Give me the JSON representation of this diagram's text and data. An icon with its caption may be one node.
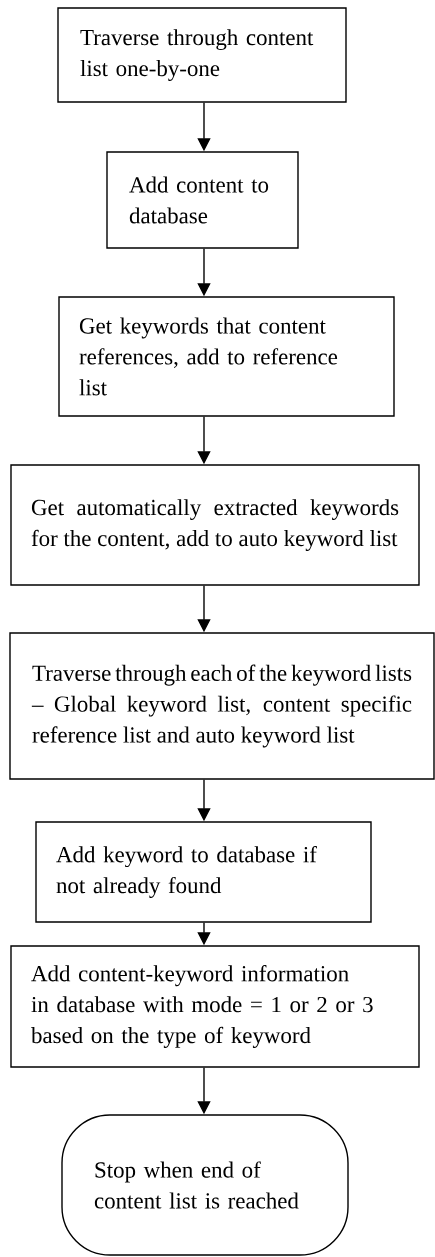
{
  "diagram": {
    "nodes": [
      {
        "text": [
          "Traverse through content list one-by-one"
        ]
      },
      {
        "text": [
          "Add content to database"
        ]
      },
      {
        "text": [
          "Get keywords that content references, add to reference list"
        ]
      },
      {
        "text": [
          "Get automatically extracted keywords for the content, add to auto keyword list"
        ]
      },
      {
        "text": [
          "Traverse through each of the keyword lists – Global keyword list, content specific reference list and auto keyword list"
        ]
      },
      {
        "text": [
          "Add keyword to database if not already found"
        ]
      },
      {
        "text": [
          "Add content-keyword information in database with mode = 1 or 2 or 3 based on the type of keyword"
        ]
      },
      {
        "text": [
          "Stop when end of content list is reached"
        ]
      }
    ],
    "edges": [
      {
        "from": 0,
        "to": 1,
        "arrow": "to"
      },
      {
        "from": 1,
        "to": 2,
        "arrow": "to"
      },
      {
        "from": 2,
        "to": 3,
        "arrow": "to"
      },
      {
        "from": 3,
        "to": 4,
        "arrow": "to"
      },
      {
        "from": 4,
        "to": 5,
        "arrow": "to"
      },
      {
        "from": 5,
        "to": 6,
        "arrow": "to"
      },
      {
        "from": 6,
        "to": 7,
        "arrow": "to"
      }
    ]
  }
}
